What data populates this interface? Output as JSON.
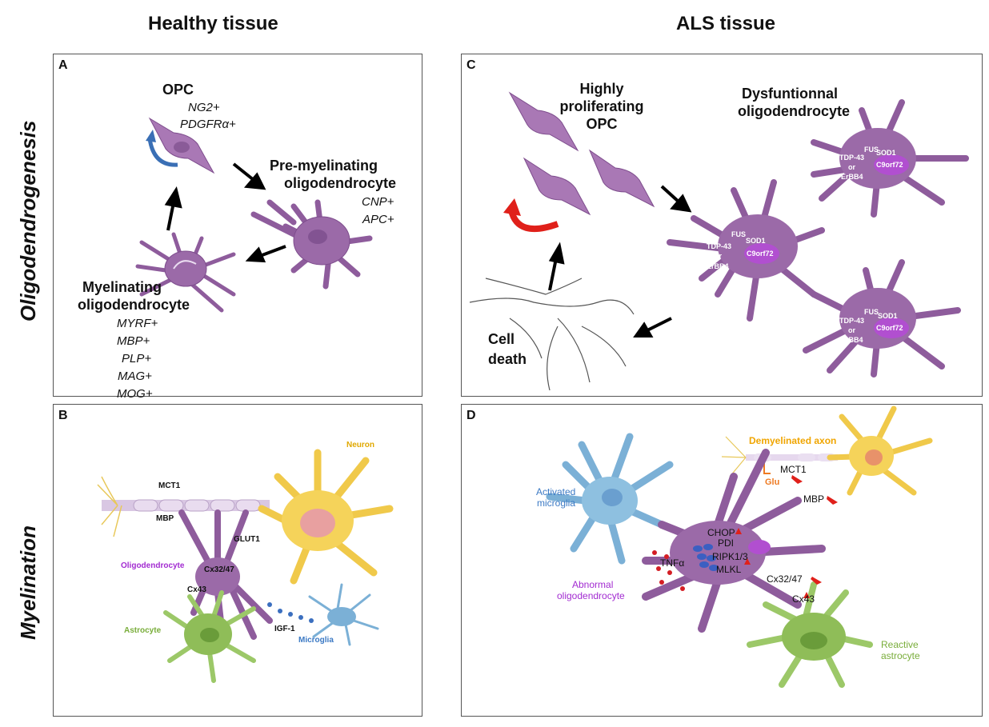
{
  "columns": {
    "healthy": "Healthy tissue",
    "als": "ALS tissue"
  },
  "rows": {
    "top": "Oligodendrogenesis",
    "bottom": "Myelination"
  },
  "panel_a": {
    "label": "A",
    "opc": "OPC",
    "opc_markers": [
      "NG2+",
      "PDGFRα+"
    ],
    "premyel": [
      "Pre-myelinating",
      "oligodendrocyte"
    ],
    "premyel_markers": [
      "CNP+",
      "APC+"
    ],
    "myel": [
      "Myelinating",
      "oligodendrocyte"
    ],
    "myel_markers": [
      "MYRF+",
      "MBP+",
      "PLP+",
      "MAG+",
      "MOG+"
    ]
  },
  "panel_b": {
    "label": "B",
    "neuron": "Neuron",
    "mct1": "MCT1",
    "mbp": "MBP",
    "glut1": "GLUT1",
    "oligo": "Oligodendrocyte",
    "cx3247": "Cx32/47",
    "cx43": "Cx43",
    "astrocyte": "Astrocyte",
    "igf": "IGF-1",
    "microglia": "Microglia"
  },
  "panel_c": {
    "label": "C",
    "hp_opc": [
      "Highly",
      "proliferating",
      "OPC"
    ],
    "dysf": [
      "Dysfuntionnal",
      "oligodendrocyte"
    ],
    "death": [
      "Cell",
      "death"
    ],
    "cell_labels": {
      "fus": "FUS",
      "sod1": "SOD1",
      "tdp": "TDP-43",
      "or": "or",
      "erbb4": "ErBB4",
      "c9": "C9orf72"
    }
  },
  "panel_d": {
    "label": "D",
    "demyel": "Demyelinated axon",
    "glu": "Glu",
    "mct1": "MCT1",
    "mbp": "MBP",
    "activated": [
      "Activated",
      "microglia"
    ],
    "chop": "CHOP",
    "pdi": "PDI",
    "ripk": "RIPK1/3",
    "mlkl": "MLKL",
    "tnf": "TNFα",
    "abnormal": [
      "Abnormal",
      "oligodendrocyte"
    ],
    "cx3247": "Cx32/47",
    "cx43": "Cx43",
    "reactive": [
      "Reactive",
      "astrocyte"
    ]
  },
  "colors": {
    "oligo": "#9b6aa8",
    "oligo_dark": "#7e4d8d",
    "nucleus": "#b14fd0",
    "neuron": "#f5d35a",
    "astro": "#8fbd58",
    "micro": "#7bb0d6",
    "blue_text": "#3b79c4",
    "yellow_text": "#e0a800",
    "green_text": "#79ad3a",
    "purple_text": "#a22bd1",
    "red": "#e0201a",
    "orange": "#ee7a22"
  }
}
